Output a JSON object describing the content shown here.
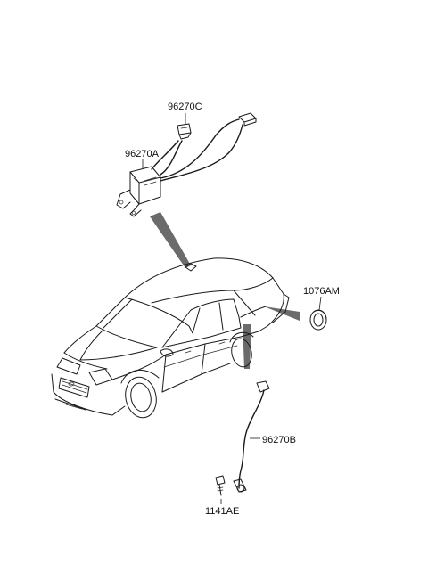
{
  "labels": {
    "part_96270C": "96270C",
    "part_96270A": "96270A",
    "part_1076AM": "1076AM",
    "part_96270B": "96270B",
    "part_1141AE": "1141AE"
  },
  "colors": {
    "line": "#1a1a1a",
    "pointer": "#6b6b6b",
    "background": "#ffffff"
  }
}
